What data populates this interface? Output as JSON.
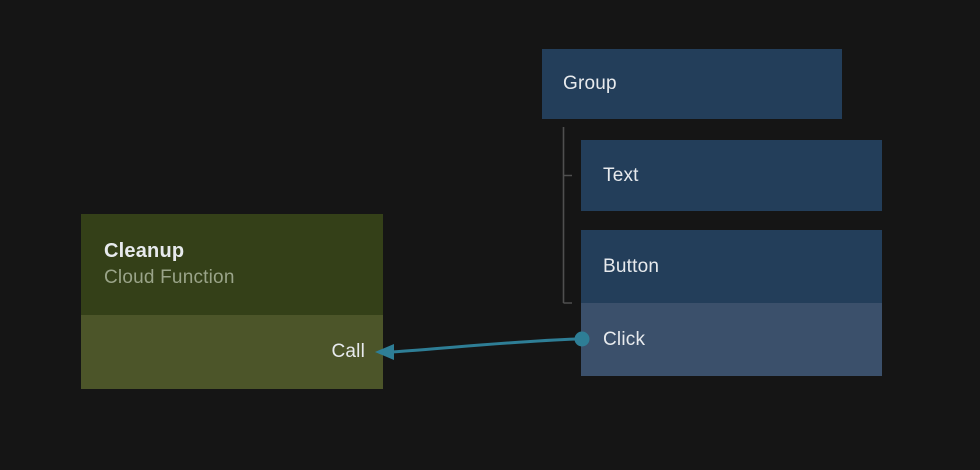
{
  "canvas": {
    "type": "action-flow-diagram"
  },
  "colors": {
    "background": "#151515",
    "node-blue": "#233e5a",
    "node-blue-light": "#3b506b",
    "node-olive": "#344018",
    "node-olive-light": "#4c5529",
    "edge-teal": "#2e7e96",
    "connector-gray": "#4f4f4f",
    "text-primary": "#e7eaed",
    "text-muted-olive": "#9aa489"
  },
  "nodes": {
    "group": {
      "label": "Group"
    },
    "text": {
      "label": "Text"
    },
    "button": {
      "label": "Button",
      "event": "Click"
    },
    "cleanup": {
      "title": "Cleanup",
      "subtitle": "Cloud Function",
      "action": "Call"
    }
  }
}
